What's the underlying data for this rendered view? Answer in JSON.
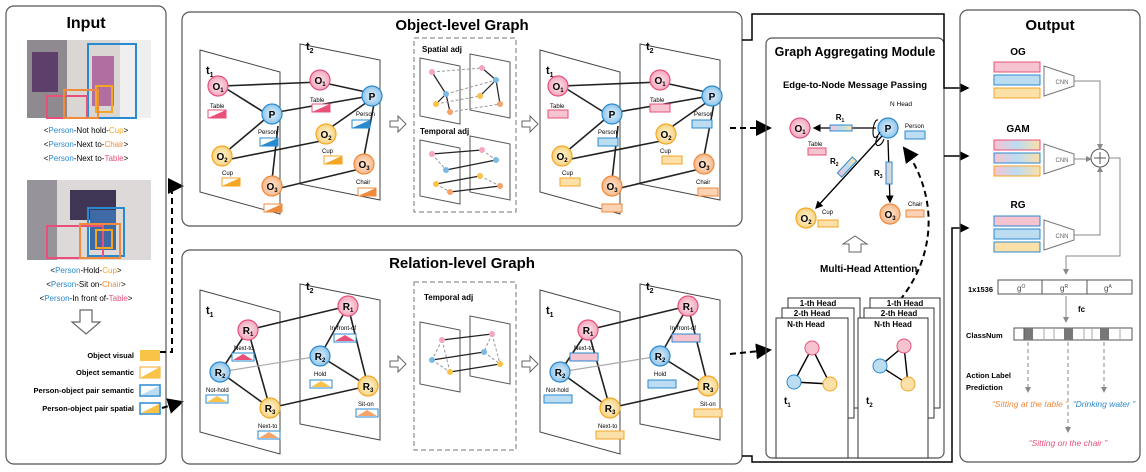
{
  "input": {
    "title": "Input",
    "captions1": [
      {
        "p": "<",
        "person": "Person",
        "rel": "-Not hold-",
        "obj": "Cup",
        "s": ">",
        "color": "#f5a623"
      },
      {
        "p": "<",
        "person": "Person",
        "rel": "-Next to-",
        "obj": "Chair",
        "s": ">",
        "color": "#f08a3c"
      },
      {
        "p": "<",
        "person": "Person",
        "rel": "-Next to-",
        "obj": "Table",
        "s": ">",
        "color": "#e8507a"
      }
    ],
    "captions2": [
      {
        "p": "<",
        "person": "Person",
        "rel": "-Hold-",
        "obj": "Cup",
        "s": ">",
        "color": "#f5a623"
      },
      {
        "p": "<",
        "person": "Person",
        "rel": "-Sit on-",
        "obj": "Chair",
        "s": ">",
        "color": "#f08a3c"
      },
      {
        "p": "<",
        "person": "Person",
        "rel": "-In front of-",
        "obj": "Table",
        "s": ">",
        "color": "#e8507a"
      }
    ],
    "legend": [
      "Object visual",
      "Object semantic",
      "Person-object pair semantic",
      "Person-object pair spatial"
    ]
  },
  "object_graph": {
    "title": "Object-level Graph",
    "t1": "t",
    "t1_sub": "1",
    "t2": "t",
    "t2_sub": "2",
    "nodes": {
      "o1": "O",
      "o1s": "1",
      "p": "P",
      "o2": "O",
      "o2s": "2",
      "o3": "O",
      "o3s": "3"
    },
    "labels": {
      "table": "Table",
      "person": "Person",
      "cup": "Cup",
      "chair": "Chair"
    },
    "spatial_adj": "Spatial adj",
    "temporal_adj": "Temporal adj"
  },
  "relation_graph": {
    "title": "Relation-level Graph",
    "t1": "t",
    "t1_sub": "1",
    "t2": "t",
    "t2_sub": "2",
    "nodes": {
      "r": "R",
      "r1s": "1",
      "r2s": "2",
      "r3s": "3"
    },
    "labels": {
      "next_to": "Next-to",
      "not_hold": "Not-hold",
      "in_front_of": "In-front-of",
      "hold": "Hold",
      "sit_on": "Sit-on"
    },
    "temporal_adj": "Temporal adj"
  },
  "gam": {
    "title": "Graph Aggregating Module",
    "subtitle": "Edge-to-Node Message Passing",
    "n_head": "N Head",
    "r1": "R",
    "r1s": "1",
    "r2": "R",
    "r2s": "2",
    "r3": "R",
    "r3s": "3",
    "o1": "O",
    "o1s": "1",
    "o2": "O",
    "o2s": "2",
    "o3": "O",
    "o3s": "3",
    "p": "P",
    "table": "Table",
    "person": "Person",
    "cup": "Cup",
    "chair": "Chair",
    "mha": "Multi-Head Attention",
    "heads": [
      "1-th Head",
      "2-th Head",
      "N-th Head"
    ],
    "t1": "t",
    "t1_sub": "1",
    "t2": "t",
    "t2_sub": "2"
  },
  "output": {
    "title": "Output",
    "og": "OG",
    "gam": "GAM",
    "rg": "RG",
    "cnn": "CNN",
    "dim": "1x1536",
    "g": "g",
    "g_sup": [
      "O",
      "R",
      "A"
    ],
    "fc": "fc",
    "classnum": "ClassNum",
    "pred1": "Action Label",
    "pred2": "Prediction",
    "labels": [
      "“Sitting at the table ”",
      "“Drinking water ”",
      "“Sitting on the chair ”"
    ]
  },
  "colors": {
    "red": "#e8507a",
    "blue": "#2a8ad0",
    "orange": "#f08a3c",
    "yellow": "#f5b52e",
    "pink": "#f6c3d0",
    "lblue": "#bcdcf2"
  }
}
